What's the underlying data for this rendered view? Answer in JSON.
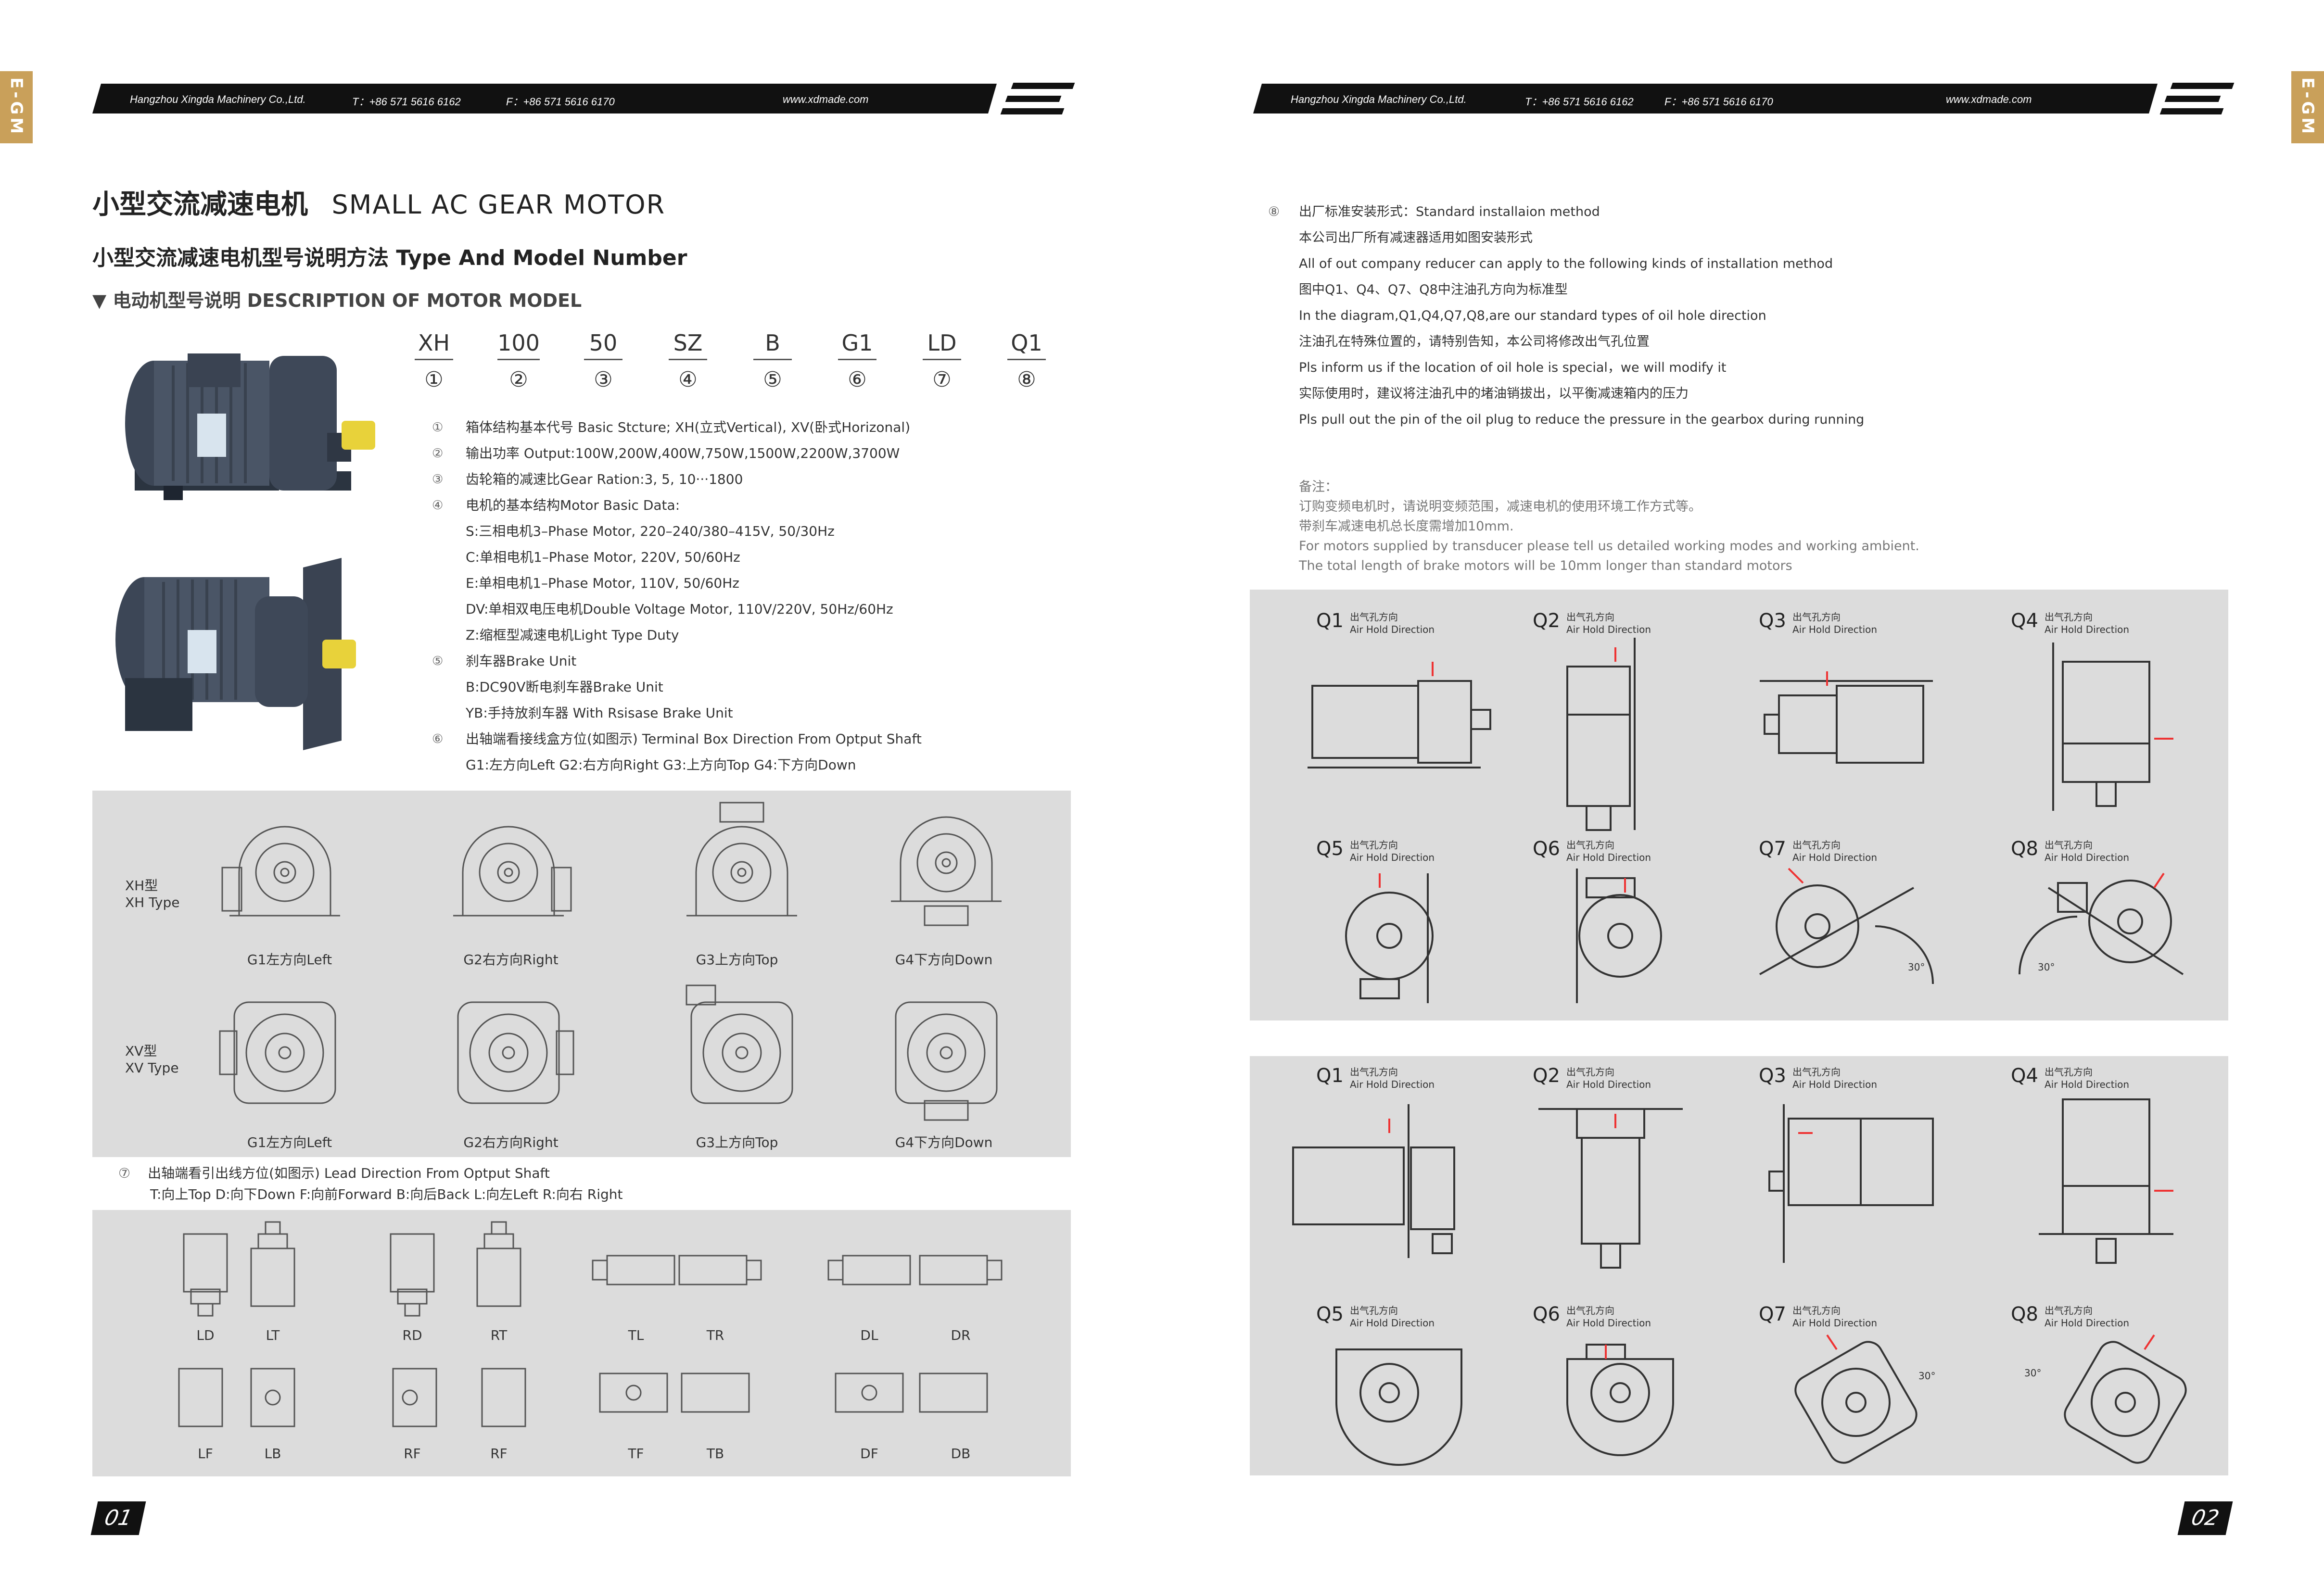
{
  "side_tab": "E-GM",
  "header": {
    "company": "Hangzhou Xingda Machinery Co.,Ltd.",
    "tel": "T：+86 571 5616 6162",
    "fax": "F：+86 571 5616 6170",
    "web": "www.xdmade.com"
  },
  "left": {
    "title_cn": "小型交流减速电机",
    "title_en": "SMALL AC GEAR MOTOR",
    "subtitle": "小型交流减速电机型号说明方法 Type And Model Number",
    "section": "▼ 电动机型号说明  DESCRIPTION OF MOTOR MODEL",
    "model_codes": [
      "XH",
      "100",
      "50",
      "SZ",
      "B",
      "G1",
      "LD",
      "Q1"
    ],
    "model_nums": [
      "①",
      "②",
      "③",
      "④",
      "⑤",
      "⑥",
      "⑦",
      "⑧"
    ],
    "specs": [
      {
        "n": "①",
        "t": "箱体结构基本代号 Basic Stcture; XH(立式Vertical), XV(卧式Horizonal)"
      },
      {
        "n": "②",
        "t": "输出功率 Output:100W,200W,400W,750W,1500W,2200W,3700W"
      },
      {
        "n": "③",
        "t": "齿轮箱的减速比Gear Ration:3, 5, 10···1800"
      },
      {
        "n": "④",
        "t": "电机的基本结构Motor Basic Data:"
      },
      {
        "n": "",
        "t": "S:三相电机3–Phase Motor, 220–240/380–415V, 50/30Hz"
      },
      {
        "n": "",
        "t": "C:单相电机1–Phase Motor, 220V, 50/60Hz"
      },
      {
        "n": "",
        "t": "E:单相电机1–Phase Motor, 110V, 50/60Hz"
      },
      {
        "n": "",
        "t": "DV:单相双电压电机Double Voltage Motor, 110V/220V, 50Hz/60Hz"
      },
      {
        "n": "",
        "t": "Z:缩框型减速电机Light Type Duty"
      },
      {
        "n": "⑤",
        "t": "刹车器Brake Unit"
      },
      {
        "n": "",
        "t": "B:DC90V断电刹车器Brake Unit"
      },
      {
        "n": "",
        "t": "YB:手持放刹车器 With Rsisase Brake Unit"
      },
      {
        "n": "⑥",
        "t": "出轴端看接线盒方位(如图示) Terminal Box Direction From Optput Shaft"
      },
      {
        "n": "",
        "t": "G1:左方向Left     G2:右方向Right      G3:上方向Top      G4:下方向Down"
      }
    ],
    "xh_type_cn": "XH型",
    "xh_type_en": "XH Type",
    "xv_type_cn": "XV型",
    "xv_type_en": "XV Type",
    "dir_labels": [
      "G1左方向Left",
      "G2右方向Right",
      "G3上方向Top",
      "G4下方向Down"
    ],
    "lead_num": "⑦",
    "lead_title": "出轴端看引出线方位(如图示) Lead Direction From Optput Shaft",
    "lead_items": "T:向上Top        D:向下Down       F:向前Forward        B:向后Back       L:向左Left       R:向右 Right",
    "lead_row1": [
      "LD",
      "LT",
      "RD",
      "RT",
      "TL",
      "TR",
      "DL",
      "DR"
    ],
    "lead_row2": [
      "LF",
      "LB",
      "RF",
      "RF",
      "TF",
      "TB",
      "DF",
      "DB"
    ],
    "page_num": "01"
  },
  "right": {
    "install_num": "⑧",
    "install_lines": [
      "出厂标准安装形式：Standard installaion method",
      "本公司出厂所有减速器适用如图安装形式",
      "All of out company reducer can apply to the following kinds of installation method",
      "图中Q1、Q4、Q7、Q8中注油孔方向为标准型",
      "In the diagram,Q1,Q4,Q7,Q8,are our standard types of oil hole direction",
      "注油孔在特殊位置的，请特别告知，本公司将修改出气孔位置",
      "Pls inform us if the location of oil hole is special，we will modify it",
      "实际使用时，建议将注油孔中的堵油销拔出，以平衡减速箱内的压力",
      "Pls pull out the pin of the oil plug to reduce the pressure in the gearbox during running"
    ],
    "notes": [
      "备注：",
      "订购变频电机时，请说明变频范围，减速电机的使用环境工作方式等。",
      "带刹车减速电机总长度需增加10mm.",
      "For motors supplied by transducer please tell us detailed working modes and working ambient.",
      "The total length of brake motors will be 10mm longer than standard motors"
    ],
    "q_labels": [
      "Q1",
      "Q2",
      "Q3",
      "Q4",
      "Q5",
      "Q6",
      "Q7",
      "Q8"
    ],
    "q_sub_cn": "出气孔方向",
    "q_sub_en": "Air Hold Direction",
    "angle": "30°",
    "page_num": "02"
  }
}
